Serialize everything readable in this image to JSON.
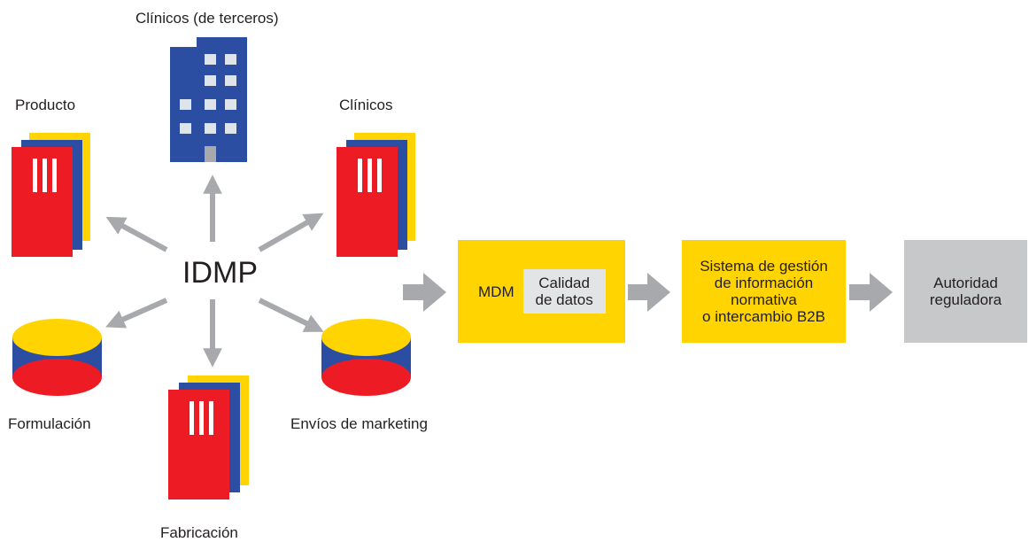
{
  "center_label": "IDMP",
  "sources": {
    "clinicos_terceros": "Clínicos (de terceros)",
    "producto": "Producto",
    "clinicos": "Clínicos",
    "formulacion": "Formulación",
    "envios_marketing": "Envíos de marketing",
    "fabricacion": "Fabricación"
  },
  "flow": {
    "mdm_label": "MDM",
    "calidad_line1": "Calidad",
    "calidad_line2": "de datos",
    "sistema_line1": "Sistema de gestión",
    "sistema_line2": "de información",
    "sistema_line3": "normativa",
    "sistema_line4": "o intercambio B2B",
    "autoridad_line1": "Autoridad",
    "autoridad_line2": "reguladora"
  },
  "colors": {
    "red": "#ed1c24",
    "blue": "#2b4ea2",
    "yellow": "#ffd400",
    "gray_box": "#c7c8c9",
    "arrow_gray": "#a7a9ac"
  },
  "icons": {
    "building": "office-building-icon",
    "document_stack": "document-stack-icon",
    "database": "database-cylinder-icon"
  }
}
